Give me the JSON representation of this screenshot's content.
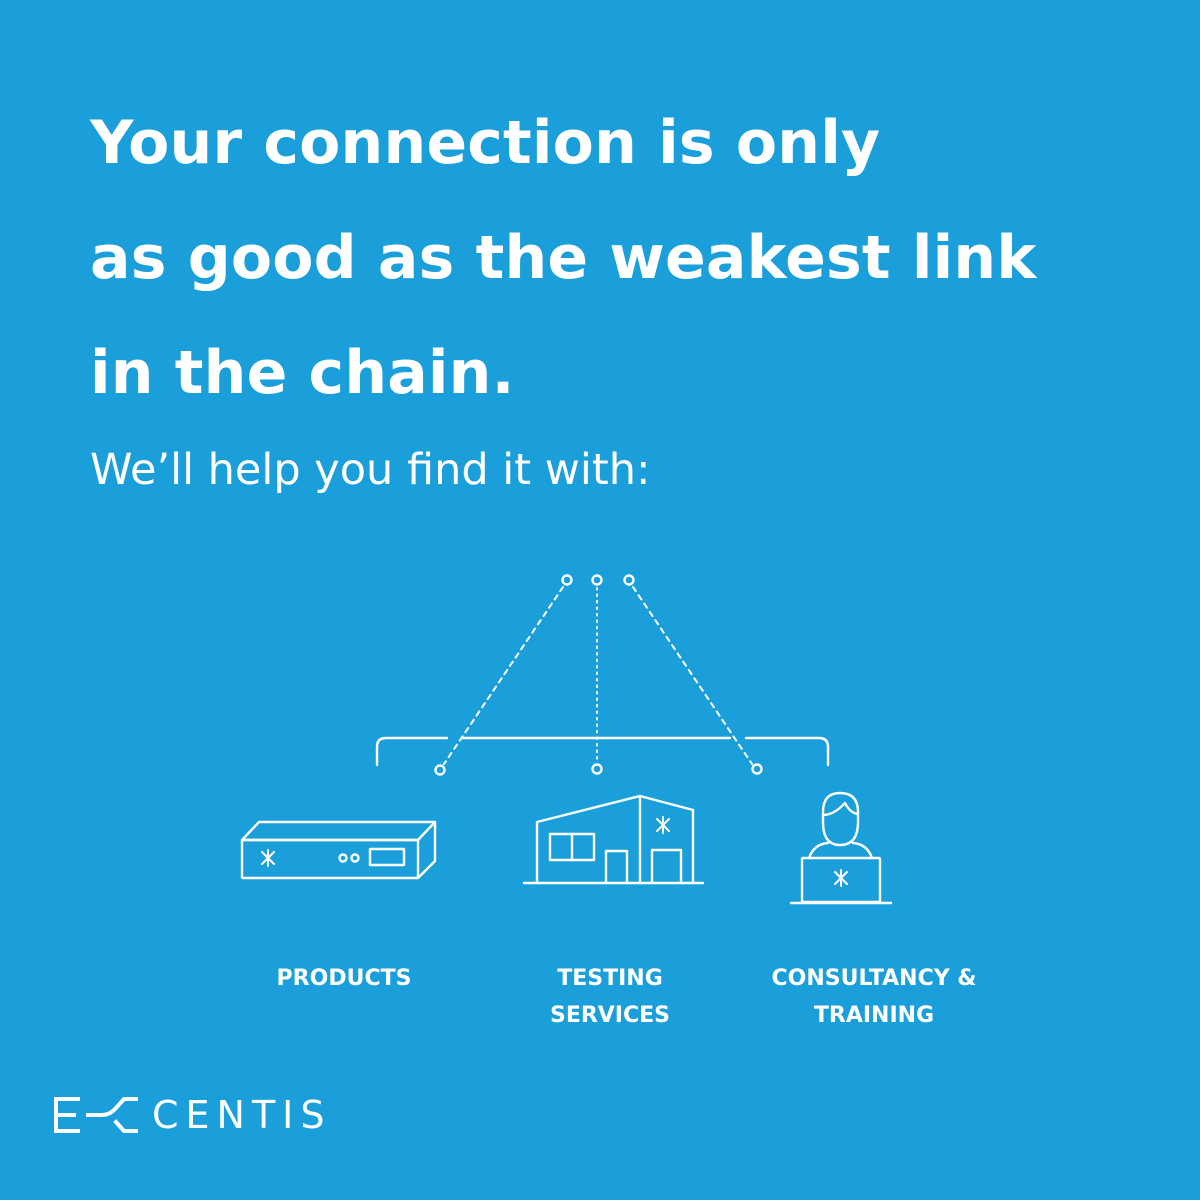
{
  "headline": {
    "line1": "Your connection is only",
    "line2": "as good as the weakest link",
    "line3": "in the chain."
  },
  "subline": "We’ll help you find it with:",
  "offerings": [
    {
      "icon": "network-device-icon",
      "line1": "PRODUCTS",
      "line2": ""
    },
    {
      "icon": "building-icon",
      "line1": "TESTING",
      "line2": "SERVICES"
    },
    {
      "icon": "person-laptop-icon",
      "line1": "CONSULTANCY &",
      "line2": "TRAINING"
    }
  ],
  "brand": {
    "logo_text": "CENTIS",
    "colors": {
      "background": "#1a9fdb",
      "foreground": "#ffffff"
    }
  }
}
